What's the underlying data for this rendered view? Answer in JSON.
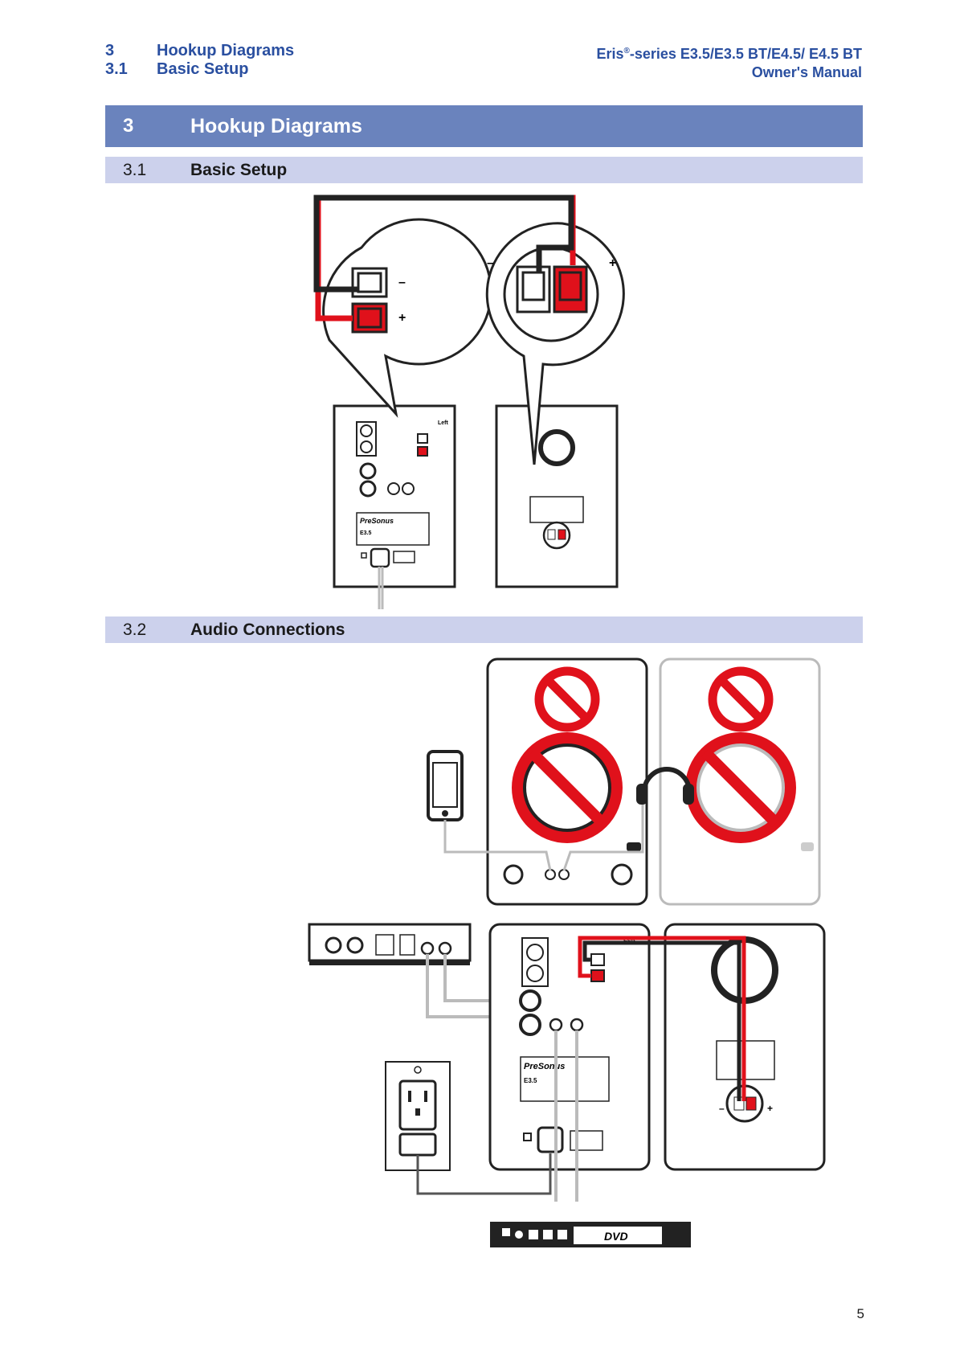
{
  "running_header": {
    "left_num_1": "3",
    "left_title_1": "Hookup Diagrams",
    "left_num_2": "3.1",
    "left_title_2": "Basic Setup",
    "right_line_1_brand": "Eris",
    "right_line_1_reg": "®",
    "right_line_1_rest": "-series E3.5/E3.5 BT/E4.5/ E4.5 BT",
    "right_line_2": "Owner's Manual"
  },
  "section": {
    "number": "3",
    "title": "Hookup Diagrams"
  },
  "subsections": [
    {
      "number": "3.1",
      "title": "Basic Setup"
    },
    {
      "number": "3.2",
      "title": "Audio Connections"
    }
  ],
  "diagram_labels": {
    "minus": "–",
    "plus": "+",
    "left": "Left",
    "presonus": "PreSonus",
    "model": "E3.5",
    "dvd": "DVD"
  },
  "colors": {
    "section_bar": "#6a83bd",
    "subsection_bar": "#ccd1ec",
    "header_text": "#2a4fa0",
    "cable_red": "#e0111b",
    "prohibited_red": "#e0111b"
  },
  "icons": [
    "prohibited-icon",
    "smartphone-icon",
    "headphones-icon",
    "power-outlet-icon",
    "audio-interface-icon",
    "dvd-player-icon"
  ],
  "page_number": "5"
}
